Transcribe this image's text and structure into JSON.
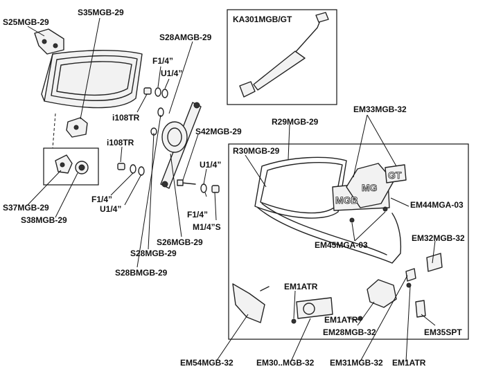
{
  "labels": {
    "s25": "S25MGB-29",
    "s35": "S35MGB-29",
    "s28a": "S28AMGB-29",
    "f14_top": "F1/4”",
    "u14_top": "U1/4”",
    "i108_top": "i108TR",
    "i108_mid": "i108TR",
    "f14_mid": "F1/4”",
    "u14_mid": "U1/4”",
    "s42": "S42MGB-29",
    "u14_right": "U1/4”",
    "f14_right": "F1/4”",
    "m14s": "M1/4”S",
    "s26": "S26MGB-29",
    "s28": "S28MGB-29",
    "s28b": "S28BMGB-29",
    "s37": "S37MGB-29",
    "s38": "S38MGB-29",
    "ka301": "KA301MGB/GT",
    "r29": "R29MGB-29",
    "r30": "R30MGB-29",
    "em33": "EM33MGB-32",
    "em44": "EM44MGA-03",
    "em45": "EM45MGA-03",
    "em32": "EM32MGB-32",
    "em1atr_a": "EM1ATR",
    "em1atr_b": "EM1ATR",
    "em28": "EM28MGB-32",
    "em35": "EM35SPT",
    "em54": "EM54MGB-32",
    "em30": "EM30..MGB-32",
    "em31": "EM31MGB-32",
    "em1atr_c": "EM1ATR"
  },
  "badges": {
    "mgb": "MGB",
    "mg": "MG",
    "gt": "GT"
  }
}
